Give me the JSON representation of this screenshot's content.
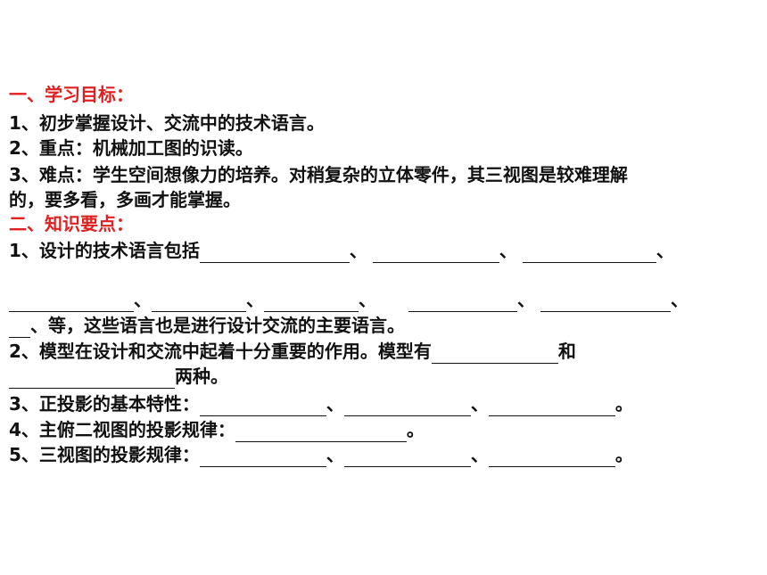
{
  "objectives": {
    "heading": "一、学习目标：",
    "item1": "1、初步掌握设计、交流中的技术语言。",
    "item2": "2、重点：机械加工图的识读。",
    "item3_line1": "3、难点：学生空间想像力的培养。对稍复杂的立体零件，其三视图是较难理解",
    "item3_line2": "的，要多看，多画才能掌握。"
  },
  "knowledge": {
    "heading": "二、知识要点：",
    "q1_prefix": "1、设计的技术语言包括",
    "sep": "、",
    "q1_suffix": "、等，这些语言也是进行设计交流的主要语言。",
    "q2_prefix": "2、模型在设计和交流中起着十分重要的作用。模型有",
    "q2_and": "和",
    "q2_suffix": "两种。",
    "q3_prefix": "3、正投影的基本特性：",
    "q4_prefix": "4、主俯二视图的投影规律：",
    "q5_prefix": "5、三视图的投影规律：",
    "end": "。"
  }
}
